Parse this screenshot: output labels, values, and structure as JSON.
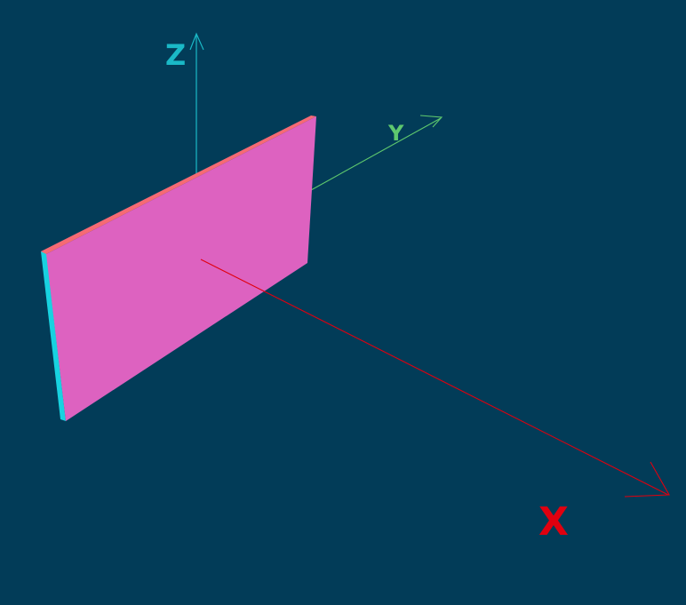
{
  "background_color": "#023c58",
  "axes": {
    "x": {
      "label": "X",
      "color": "#e0000f"
    },
    "y": {
      "label": "Y",
      "color": "#5ec86e"
    },
    "z": {
      "label": "Z",
      "color": "#1ab9c7"
    }
  },
  "plate": {
    "front_color": "#dd62c0",
    "top_edge_color": "#f66a74",
    "side_edge_color": "#18d2e0"
  }
}
